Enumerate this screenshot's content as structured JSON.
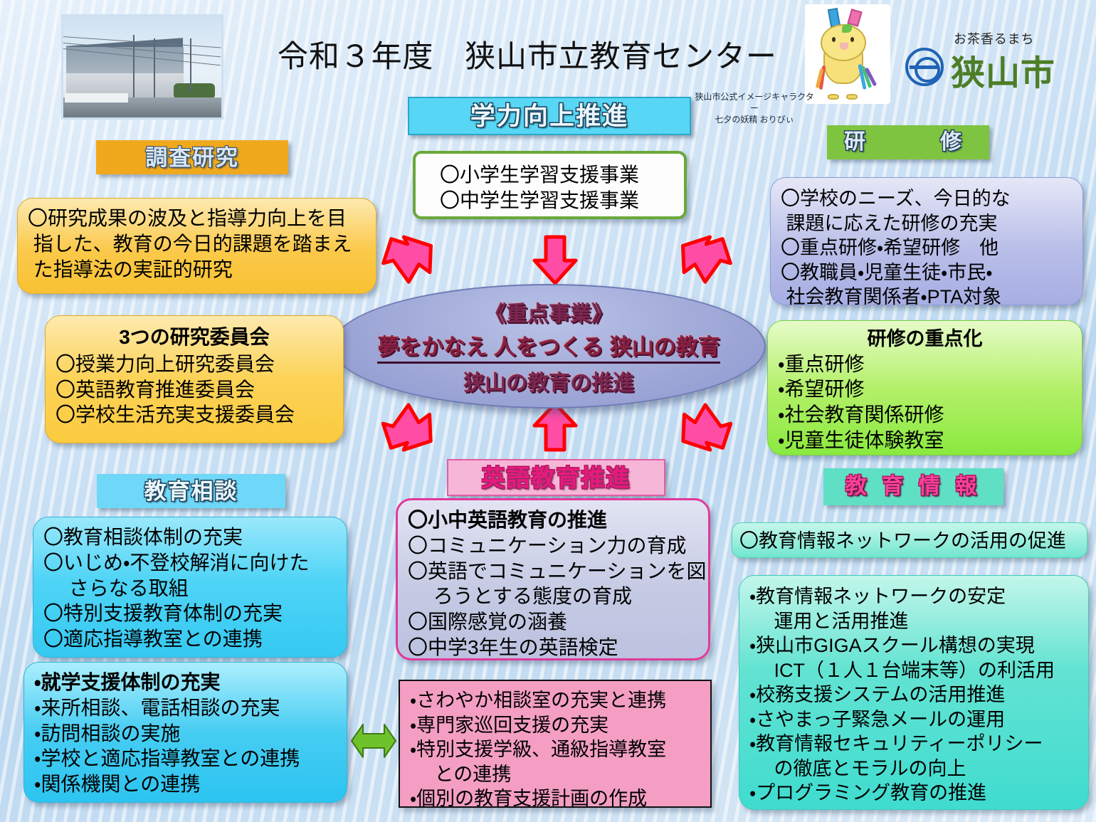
{
  "title": "令和３年度　狭山市立教育センター",
  "photo_alt": "狭山市立教育センター外観写真",
  "mascot": {
    "caption_line1": "狭山市公式イメージキャラクター",
    "caption_line2": "七夕の妖精 おりぴぃ"
  },
  "city_logo": {
    "tagline": "お茶香るまち",
    "name": "狭山市"
  },
  "center": {
    "line1": "《重点事業》",
    "line2": "夢をかなえ 人をつくる 狭山の教育",
    "line3": "狭山の教育の推進"
  },
  "sections": {
    "chousa": {
      "header": "調査研究",
      "body": [
        "〇研究成果の波及と指導力向上を目",
        " 指した、教育の今日的課題を踏まえ",
        " た指導法の実証的研究"
      ]
    },
    "iinkai": {
      "title": "3つの研究委員会",
      "body": [
        "〇授業力向上研究委員会",
        "〇英語教育推進委員会",
        "〇学校生活充実支援委員会"
      ]
    },
    "gakuryoku": {
      "header": "学力向上推進",
      "body": [
        "〇小学生学習支援事業",
        "〇中学生学習支援事業"
      ]
    },
    "kenshu": {
      "header": "研　　修",
      "body": [
        "〇学校のニーズ、今日的な",
        " 課題に応えた研修の充実",
        "〇重点研修・希望研修　他",
        "〇教職員・児童生徒・市民・",
        " 社会教育関係者・PTA対象"
      ]
    },
    "juuten": {
      "title": "研修の重点化",
      "body": [
        "・重点研修",
        "・希望研修",
        "・社会教育関係研修",
        "・児童生徒体験教室"
      ]
    },
    "soudan": {
      "header": "教育相談",
      "body": [
        "〇教育相談体制の充実",
        "〇いじめ・不登校解消に向けた",
        "　 さらなる取組",
        "〇特別支援教育体制の充実",
        "〇適応指導教室との連携"
      ]
    },
    "shuugaku": {
      "title": "・就学支援体制の充実",
      "body": [
        "・来所相談、電話相談の充実",
        "・訪問相談の実施",
        "・学校と適応指導教室との連携",
        "・関係機関との連携"
      ]
    },
    "eigo": {
      "header": "英語教育推進",
      "title": "〇小中英語教育の推進",
      "body": [
        "〇コミュニケーション力の育成",
        "〇英語でコミュニケーションを図",
        "　 ろうとする態度の育成",
        "〇国際感覚の涵養",
        "〇中学3年生の英語検定"
      ]
    },
    "sawayaka": {
      "body": [
        "・さわやか相談室の充実と連携",
        "・専門家巡回支援の充実",
        "・特別支援学級、通級指導教室",
        "　 との連携",
        "・個別の教育支援計画の作成"
      ]
    },
    "jouhou": {
      "header": "教 育 情 報",
      "lead": "〇教育情報ネットワークの活用の促進",
      "body": [
        "・教育情報ネットワークの安定",
        "　 運用と活用推進",
        "・狭山市GIGAスクール構想の実現",
        "　 ICT（１人１台端末等）の利活用",
        "・校務支援システムの活用推進",
        "・さやまっ子緊急メールの運用",
        "・教育情報セキュリティーポリシー",
        "　 の徹底とモラルの向上",
        "・プログラミング教育の推進"
      ]
    }
  },
  "arrows": {
    "fill": "#ff4da6",
    "stroke": "#ff0000",
    "link_fill": "#6fc32a",
    "link_stroke": "#3f7a18",
    "items": [
      {
        "name": "arrow-chousa-to-center",
        "dir": "down-right"
      },
      {
        "name": "arrow-gakuryoku-to-center",
        "dir": "down"
      },
      {
        "name": "arrow-kenshu-to-center",
        "dir": "down-left"
      },
      {
        "name": "arrow-soudan-to-center",
        "dir": "up-right"
      },
      {
        "name": "arrow-eigo-to-center",
        "dir": "up"
      },
      {
        "name": "arrow-jouhou-to-center",
        "dir": "up-left"
      },
      {
        "name": "arrow-shuugaku-sawayaka-link",
        "dir": "left-right"
      }
    ]
  }
}
